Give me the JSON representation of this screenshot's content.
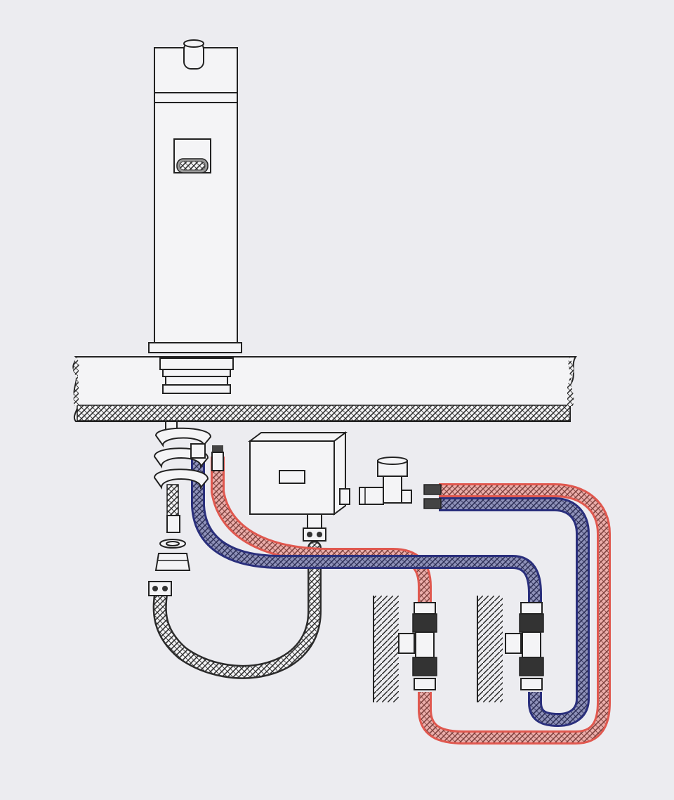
{
  "diagram": {
    "colors": {
      "background": "#ececf0",
      "outline": "#222222",
      "hot": "#e0584f",
      "cold": "#2a2f7c",
      "neutral": "#2b2b2b",
      "counter": "#cfcfd4"
    },
    "parts": [
      {
        "id": "faucet",
        "icon": "faucet-icon"
      },
      {
        "id": "sensor-window",
        "icon": "sensor-icon"
      },
      {
        "id": "countertop",
        "icon": "countertop-icon"
      },
      {
        "id": "mounting-nut",
        "icon": "nut-icon"
      },
      {
        "id": "control-box",
        "icon": "control-box-icon"
      },
      {
        "id": "solenoid-valve",
        "icon": "valve-icon"
      },
      {
        "id": "hot-hose",
        "icon": "hose-icon"
      },
      {
        "id": "cold-hose",
        "icon": "hose-icon"
      },
      {
        "id": "outlet-hose",
        "icon": "hose-icon"
      },
      {
        "id": "angle-valve-left",
        "icon": "angle-valve-icon"
      },
      {
        "id": "angle-valve-right",
        "icon": "angle-valve-icon"
      }
    ]
  }
}
